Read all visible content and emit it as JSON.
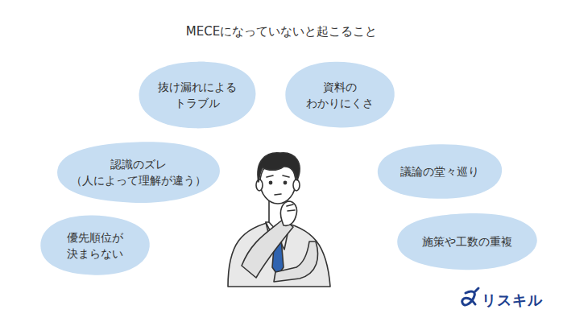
{
  "diagram": {
    "title": "MECEになっていないと起こること",
    "nodes": [
      {
        "text": [
          "抜け漏れによる トラブル"
        ]
      },
      {
        "text": [
          "資料の わかりにくさ"
        ]
      },
      {
        "text": [
          "認識のズレ （人によって理解が違う）"
        ]
      },
      {
        "text": [
          "議論の堂々巡り"
        ]
      },
      {
        "text": [
          "優先順位が 決まらない"
        ]
      },
      {
        "text": [
          "施策や工数の重複"
        ]
      }
    ],
    "labels": [
      "リスキル"
    ]
  }
}
